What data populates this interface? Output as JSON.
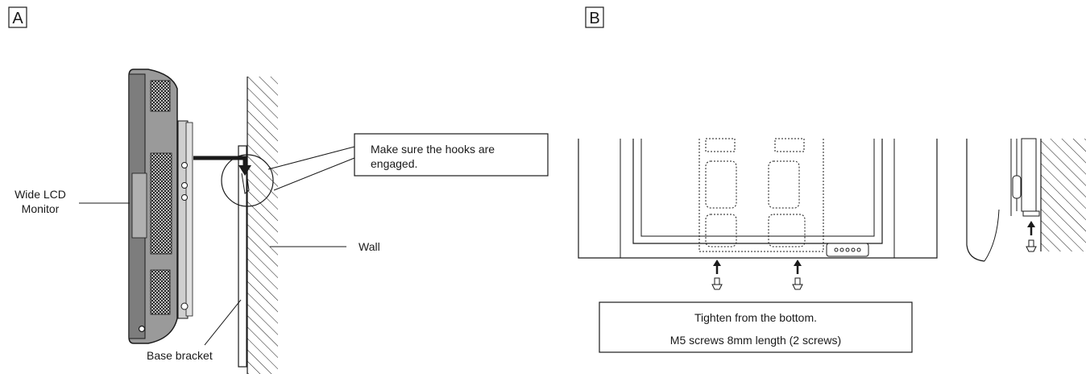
{
  "panels": [
    {
      "letter": "A"
    },
    {
      "letter": "B"
    }
  ],
  "labels": {
    "monitor_line1": "Wide LCD",
    "monitor_line2": "Monitor",
    "wall": "Wall",
    "base_bracket": "Base bracket",
    "callout_line1": "Make sure the hooks are",
    "callout_line2": "engaged.",
    "note_line1": "Tighten from the bottom.",
    "note_line2": "M5 screws 8mm length (2 screws)"
  },
  "colors": {
    "line": "#1a1a1a",
    "monitor_fill": "#8f8f8f",
    "monitor_dark": "#5a5a5a",
    "vent": "#2b2b2b",
    "background": "#ffffff"
  }
}
